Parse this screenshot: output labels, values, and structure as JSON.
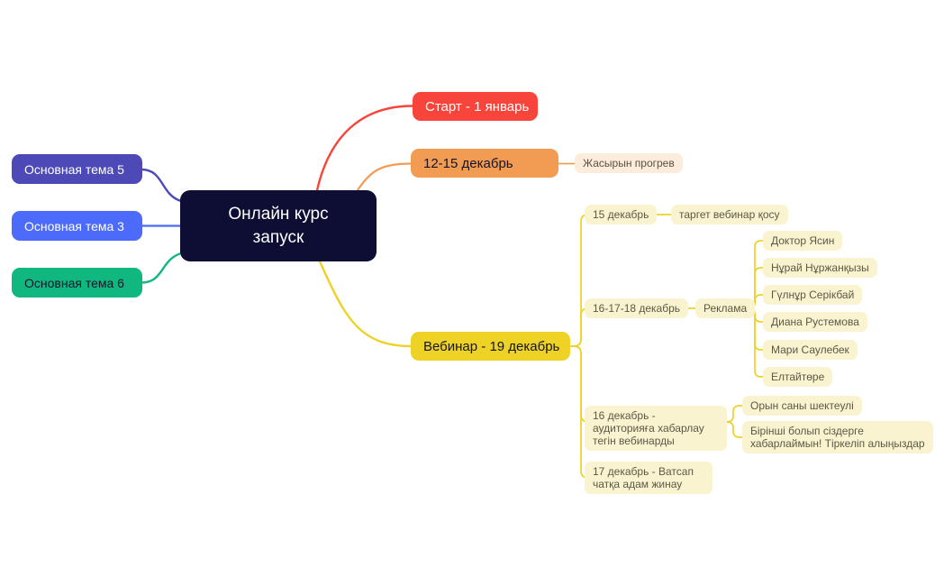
{
  "mindmap": {
    "root": {
      "label": "Онлайн курс запуск"
    },
    "branches_left": [
      {
        "label": "Основная тема 5"
      },
      {
        "label": "Основная тема 3"
      },
      {
        "label": "Основная тема 6"
      }
    ],
    "branches_right": [
      {
        "label": "Старт - 1 январь",
        "children": []
      },
      {
        "label": "12-15 декабрь",
        "children": [
          {
            "label": "Жасырын прогрев"
          }
        ]
      },
      {
        "label": "Вебинар - 19 декабрь",
        "children": [
          {
            "label": "15 декабрь",
            "children": [
              {
                "label": "таргет вебинар қосу"
              }
            ]
          },
          {
            "label": "16-17-18 декабрь",
            "children": [
              {
                "label": "Реклама",
                "children": [
                  {
                    "label": "Доктор Ясин"
                  },
                  {
                    "label": "Нұрай Нұржанқызы"
                  },
                  {
                    "label": "Гүлнұр Серікбай"
                  },
                  {
                    "label": "Диана Рустемова"
                  },
                  {
                    "label": "Мари Саулебек"
                  },
                  {
                    "label": "Елтайтөре"
                  }
                ]
              }
            ]
          },
          {
            "label": "16 декабрь - аудиторияға хабарлау тегін вебинарды",
            "children": [
              {
                "label": "Орын саны шектеулі"
              },
              {
                "label": "Бірінші болып сіздерге хабарлаймын! Тіркеліп алыңыздар"
              }
            ]
          },
          {
            "label": "17 декабрь - Ватсап чатқа адам жинау",
            "children": []
          }
        ]
      }
    ],
    "colors": {
      "canvas_bg": "#ffffff",
      "root_bg": "#0e0d33",
      "root_text": "#ffffff",
      "topic5": "#4d4ab7",
      "topic3": "#4c6bfa",
      "topic6": "#10b880",
      "start_red": "#f8453c",
      "december_orange": "#f19c52",
      "webinar_yellow": "#eed226",
      "leaf_bg": "#faf3cf",
      "leaf_text": "#5c5847",
      "peach_bg": "#fbecdb",
      "peach_text": "#5d5142",
      "dark_text": "#14142b",
      "white_text": "#ffffff"
    }
  }
}
